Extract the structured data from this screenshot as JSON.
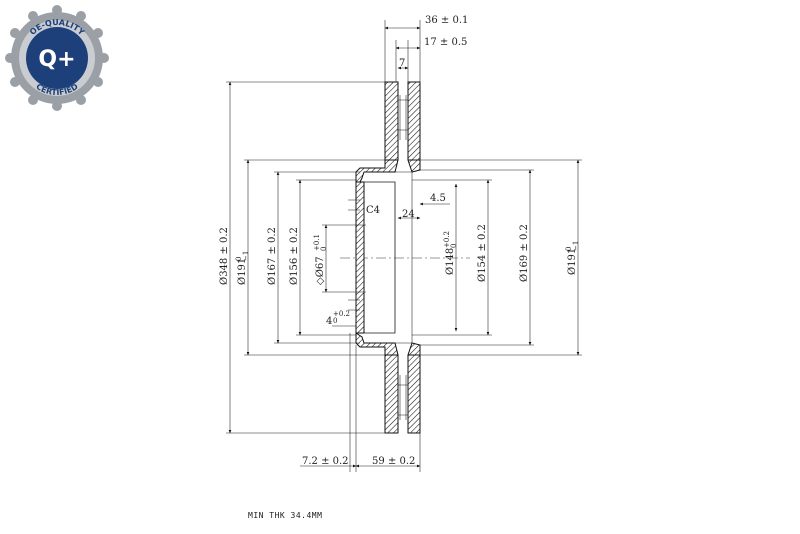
{
  "badge": {
    "top_text": "OE-QUALITY",
    "center_text": "Q+",
    "bottom_text": "CERTIFIED",
    "colors": {
      "ring": "#9aa0a6",
      "disc": "#1d3f7a",
      "text": "#ffffff"
    }
  },
  "dimensions": {
    "width_total": "36 ± 0.1",
    "width_inner": "17 ± 0.5",
    "vent_width": "7",
    "outer_diameter": "Ø348 ± 0.2",
    "ring_diameter_left": "Ø191",
    "ring_diameter_left_tol_top": "0",
    "ring_diameter_left_tol_bottom": "−1",
    "hat_diameter": "Ø167 ± 0.2",
    "pcd_diameter": "Ø156 ± 0.2",
    "bore_prefix": "◇Ø67",
    "bore_tol_top": "+0.1",
    "bore_tol_bottom": "0",
    "chamfer": "C4",
    "inner_depth": "24",
    "lip_width": "4.5",
    "hub_diameter": "Ø148",
    "hub_tol_top": "+0.2",
    "hub_tol_bottom": "0",
    "hat_inner_diameter": "Ø154 ± 0.2",
    "rim_diameter": "Ø169 ± 0.2",
    "ring_diameter_right": "Ø191",
    "ring_diameter_right_tol_top": "0",
    "ring_diameter_right_tol_bottom": "−1",
    "step_height": "4",
    "step_tol_top": "+0.2",
    "step_tol_bottom": "0",
    "offset_left": "7.2 ± 0.2",
    "offset_right": "59 ± 0.2"
  },
  "min_thickness": "MIN THK 34.4MM"
}
